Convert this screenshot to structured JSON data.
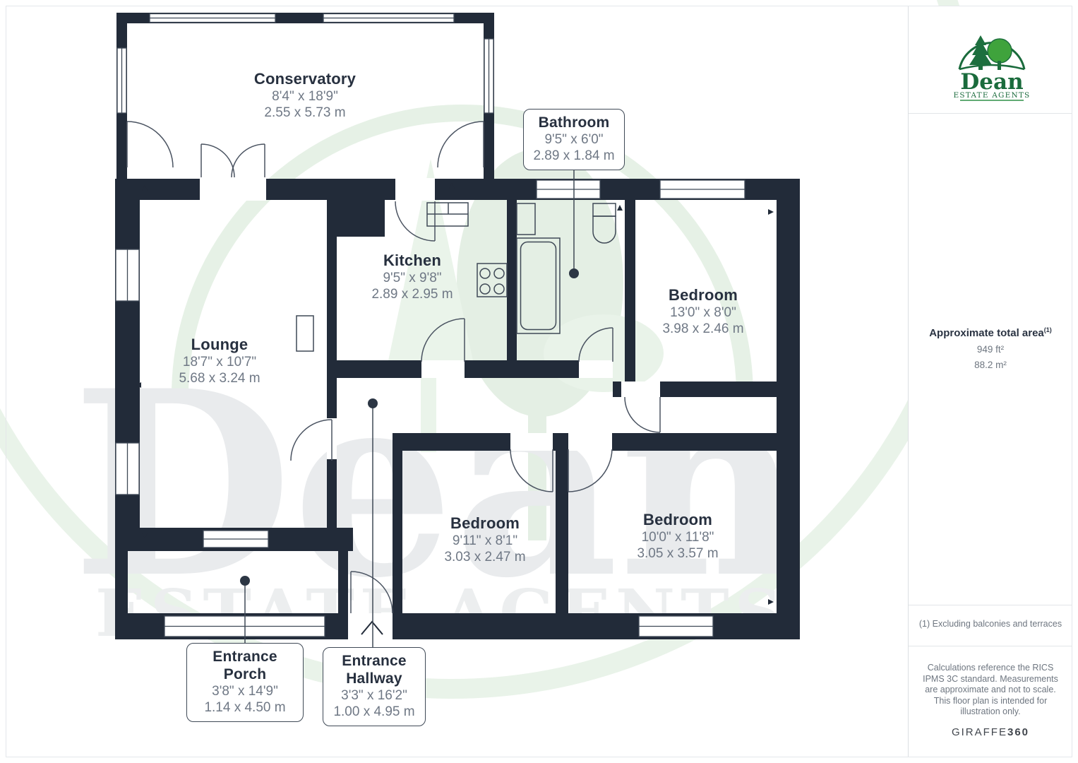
{
  "plan": {
    "rooms": [
      {
        "name": "Conservatory",
        "imperial": "8'4\" x 18'9\"",
        "metric": "2.55 x 5.73 m"
      },
      {
        "name": "Kitchen",
        "imperial": "9'5\" x 9'8\"",
        "metric": "2.89 x 2.95 m"
      },
      {
        "name": "Lounge",
        "imperial": "18'7\" x 10'7\"",
        "metric": "5.68 x 3.24 m"
      },
      {
        "name": "Bedroom",
        "imperial": "13'0\" x 8'0\"",
        "metric": "3.98 x 2.46 m"
      },
      {
        "name": "Bedroom",
        "imperial": "9'11\" x 8'1\"",
        "metric": "3.03 x 2.47 m"
      },
      {
        "name": "Bedroom",
        "imperial": "10'0\" x 11'8\"",
        "metric": "3.05 x 3.57 m"
      }
    ],
    "callouts": [
      {
        "name": "Bathroom",
        "imperial": "9'5\" x 6'0\"",
        "metric": "2.89 x 1.84 m"
      },
      {
        "name": "Entrance Porch",
        "imperial": "3'8\" x 14'9\"",
        "metric": "1.14 x 4.50 m"
      },
      {
        "name": "Entrance Hallway",
        "imperial": "3'3\" x 16'2\"",
        "metric": "1.00 x 4.95 m"
      }
    ],
    "watermark": {
      "line1": "Dean",
      "line2": "ESTATE AGENTS"
    }
  },
  "sidebar": {
    "logo": {
      "name": "Dean",
      "tagline": "ESTATE AGENTS"
    },
    "area": {
      "label": "Approximate total area",
      "superscript": "(1)",
      "imperial": "949 ft²",
      "metric": "88.2 m²"
    },
    "footnote": "(1) Excluding balconies and terraces",
    "disclaimer": "Calculations reference the RICS IPMS 3C standard. Measurements are approximate and not to scale. This floor plan is intended for illustration only.",
    "brand": {
      "giraffe": "GIRAFFE",
      "threesixty": "360"
    }
  },
  "colors": {
    "wall": "#222b39",
    "thin_line": "#3f4956",
    "room_title": "#27303f",
    "dimension_text": "#6f7885",
    "logo_green_dark": "#1a6b3c",
    "logo_green_bright": "#3fa33c",
    "watermark_green": "#e6f1e6",
    "watermark_gray": "#e9ebed"
  }
}
